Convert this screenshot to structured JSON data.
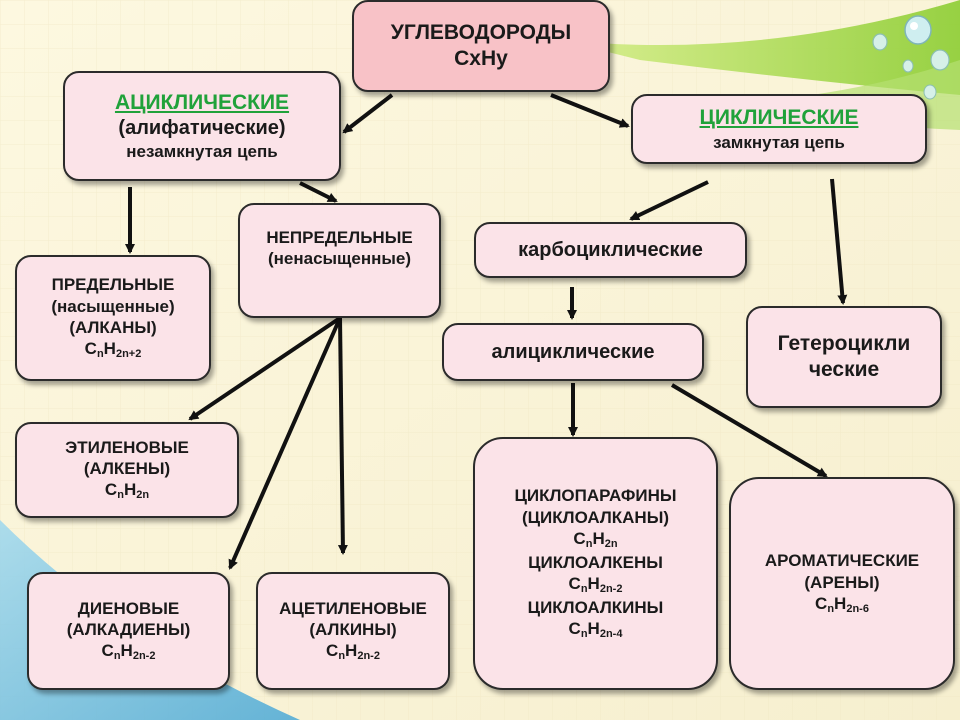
{
  "root": {
    "line1": "УГЛЕВОДОРОДЫ",
    "line2": "CxHy"
  },
  "acyclic": {
    "title": "АЦИКЛИЧЕСКИЕ",
    "subtitle": "(алифатические)",
    "note": "незамкнутая цепь"
  },
  "cyclic": {
    "title": "ЦИКЛИЧЕСКИЕ",
    "note": "замкнутая цепь"
  },
  "unsaturated": {
    "line1": "НЕПРЕДЕЛЬНЫЕ",
    "line2": "(ненасыщенные)"
  },
  "saturated": {
    "line1": "ПРЕДЕЛЬНЫЕ",
    "line2": "(насыщенные)",
    "line3": "(АЛКАНЫ)",
    "formula_c": "C",
    "formula_cs": "n",
    "formula_h": "H",
    "formula_hs": "2n+2"
  },
  "carbocyclic": {
    "label": "карбоциклические"
  },
  "heterocyclic": {
    "line1": "Гетероцикли",
    "line2": "ческие"
  },
  "alicyclic": {
    "label": "алициклические"
  },
  "ethylene": {
    "line1": "ЭТИЛЕНОВЫЕ",
    "line2": "(АЛКЕНЫ)",
    "formula_c": "C",
    "formula_cs": "n",
    "formula_h": "H",
    "formula_hs": "2n"
  },
  "diene": {
    "line1": "ДИЕНОВЫЕ",
    "line2": "(АЛКАДИЕНЫ)",
    "formula_c": "C",
    "formula_cs": "n",
    "formula_h": "H",
    "formula_hs": "2n-2"
  },
  "acetylene": {
    "line1": "АЦЕТИЛЕНОВЫЕ",
    "line2": "(АЛКИНЫ)",
    "formula_c": "C",
    "formula_cs": "n",
    "formula_h": "H",
    "formula_hs": "2n-2"
  },
  "cycloalkanes": {
    "line1": "ЦИКЛОПАРАФИНЫ",
    "line2": "(ЦИКЛОАЛКАНЫ)",
    "f1_c": "C",
    "f1_cs": "n",
    "f1_h": "H",
    "f1_hs": "2n",
    "line3": "ЦИКЛОАЛКЕНЫ",
    "f2_c": "C",
    "f2_cs": "n",
    "f2_h": "H",
    "f2_hs": "2n-2",
    "line4": "ЦИКЛОАЛКИНЫ",
    "f3_c": "C",
    "f3_cs": "n",
    "f3_h": "H",
    "f3_hs": "2n-4"
  },
  "aromatic": {
    "line1": "АРОМАТИЧЕСКИЕ",
    "line2": "(АРЕНЫ)",
    "formula_c": "C",
    "formula_cs": "n",
    "formula_h": "H",
    "formula_hs": "2n-6"
  },
  "colors": {
    "box_fill": "#fbe3e8",
    "root_fill": "#f8c2c7",
    "heading_green": "#20a23a",
    "border": "#2b2b2b"
  }
}
